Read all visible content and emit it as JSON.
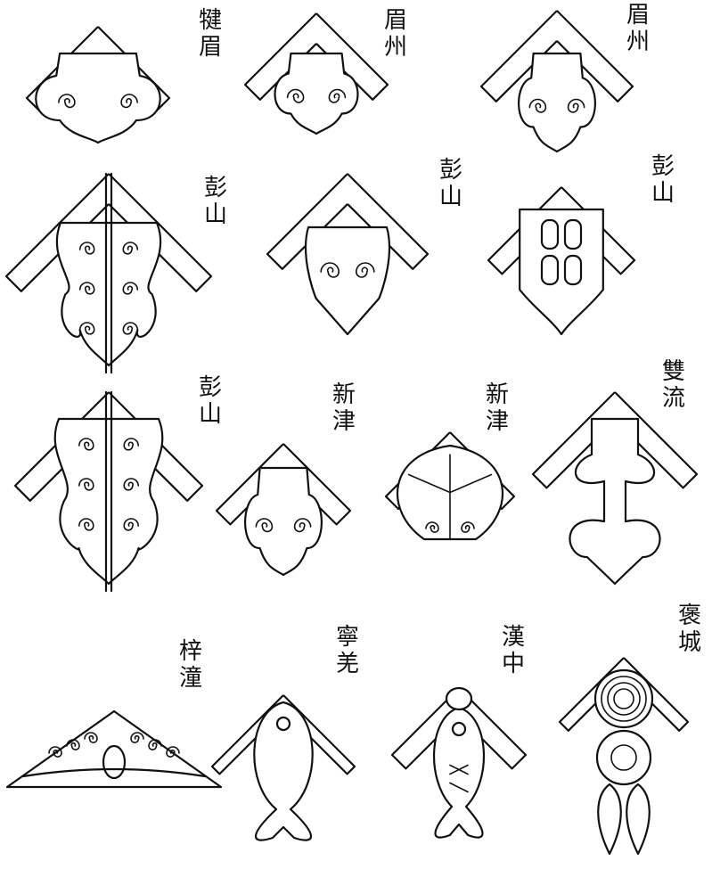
{
  "figures": [
    {
      "label": "犍眉",
      "type": "cloud"
    },
    {
      "label": "眉州",
      "type": "cloud-narrow"
    },
    {
      "label": "眉州",
      "type": "cloud-narrow"
    },
    {
      "label": "彭山",
      "type": "long-split"
    },
    {
      "label": "彭山",
      "type": "scrolls"
    },
    {
      "label": "彭山",
      "type": "windows"
    },
    {
      "label": "彭山",
      "type": "long-split"
    },
    {
      "label": "新津",
      "type": "cloud"
    },
    {
      "label": "新津",
      "type": "leaf"
    },
    {
      "label": "雙流",
      "type": "t-shape"
    },
    {
      "label": "梓潼",
      "type": "gable-scroll"
    },
    {
      "label": "寧羌",
      "type": "fish"
    },
    {
      "label": "漢中",
      "type": "fish-hanging"
    },
    {
      "label": "褒城",
      "type": "coin-fish"
    }
  ]
}
